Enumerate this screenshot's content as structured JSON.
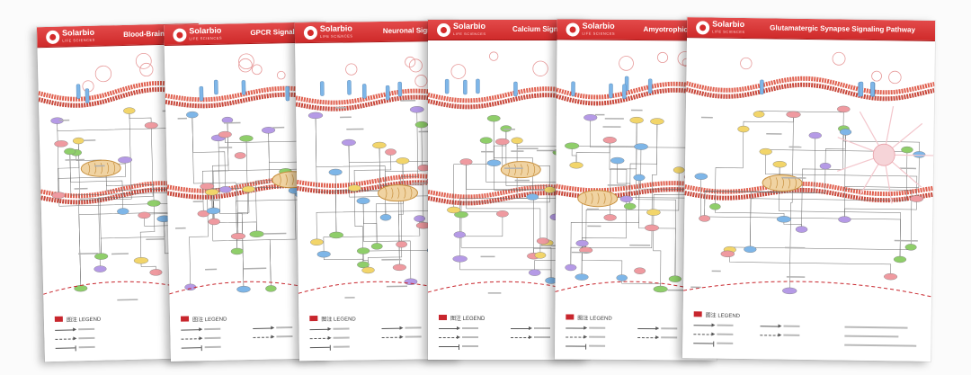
{
  "brand": {
    "name": "Solarbio",
    "tagline": "LIFE SCIENCES"
  },
  "colors": {
    "header": "#d42a2a",
    "membrane": "#e0604f",
    "membrane_dark": "#c8473a",
    "node_pink": "#ef9aa0",
    "node_green": "#8fce6a",
    "node_purple": "#b59ae6",
    "node_yellow": "#f2d56a",
    "node_blue": "#7eb6e8",
    "mito": "#c7903e",
    "legend_accent": "#c8262d"
  },
  "legend": {
    "label": "图注 LEGEND"
  },
  "posters": [
    {
      "title": "Blood-Brain Ba",
      "seed": 3
    },
    {
      "title": "GPCR Signaling",
      "seed": 7
    },
    {
      "title": "Neuronal Signa",
      "seed": 11
    },
    {
      "title": "Calcium Signali",
      "seed": 5
    },
    {
      "title": "Amyotrophic L",
      "seed": 13
    },
    {
      "title": "Glutamatergic Synapse Signaling Pathway",
      "seed": 9
    }
  ]
}
